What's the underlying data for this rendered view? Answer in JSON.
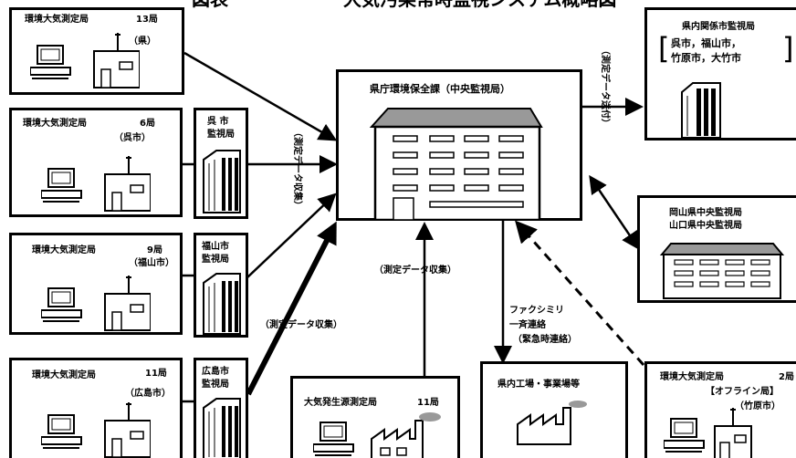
{
  "header_cut": {
    "left": "図表",
    "mid": "大気汚染常時監視システム概略図"
  },
  "stations": {
    "prefectural": {
      "title": "環境大気測定局",
      "count": "13局",
      "owner": "（県）"
    },
    "kure": {
      "title": "環境大気測定局",
      "count": "6局",
      "owner": "（呉市）"
    },
    "fukuyama": {
      "title": "環境大気測定局",
      "count": "9局",
      "owner": "（福山市）"
    },
    "hiroshima": {
      "title": "環境大気測定局",
      "count": "11局",
      "owner": "（広島市）"
    },
    "source": {
      "title": "大気発生源測定局",
      "count": "11局"
    },
    "offline": {
      "title": "環境大気測定局",
      "count": "2局",
      "mode": "【オフライン局】",
      "owner": "（竹原市）"
    }
  },
  "city_monitors": {
    "kure": {
      "line1": "呉 市",
      "line2": "監視局"
    },
    "fukuyama": {
      "line1": "福山市",
      "line2": "監視局"
    },
    "hiroshima": {
      "line1": "広島市",
      "line2": "監視局"
    }
  },
  "center": {
    "title": "県庁環境保全課（中央監視局）"
  },
  "cities_box": {
    "title": "県内関係市監視局",
    "line1": "呉市，福山市，",
    "line2": "竹原市，大竹市"
  },
  "neighbors_box": {
    "line1": "岡山県中央監視局",
    "line2": "山口県中央監視局"
  },
  "factory_box": {
    "title": "県内工場・事業場等"
  },
  "labels": {
    "collect_vertical": "（測定データ収集）",
    "send_vertical": "（測定データ送付）",
    "collect_mid": "（測定データ収集）",
    "collect_low": "（測定データ収集）",
    "fax1": "ファクシミリ",
    "fax2": "一斉連絡",
    "fax3": "（緊急時連絡）"
  }
}
